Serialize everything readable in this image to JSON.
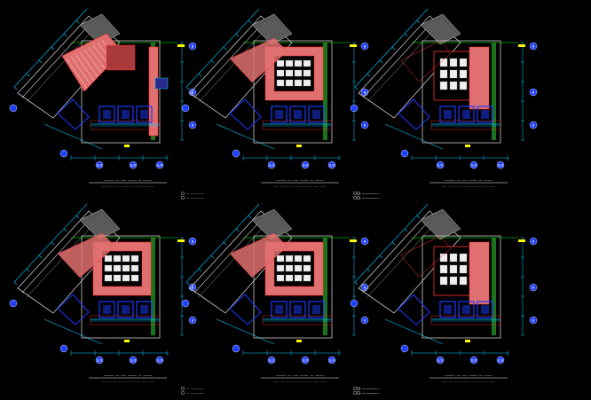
{
  "drawing": {
    "background": "#000000",
    "colors": {
      "wall": "#c8c8c8",
      "dim": "#00c8ff",
      "grid_axis": "#00ff00",
      "room_fill": "#e07070",
      "room_edge": "#ff3030",
      "fixture": "#1a3aff",
      "text": "#ffffff",
      "bubble": "#2040ff",
      "green_wall": "#30c030",
      "yellow": "#ffff00"
    },
    "plans": [
      {
        "id": "plan-1",
        "title": "—————— —— ——— ————— —— —————",
        "subtitle": "——— ——— —— —— ———— —— ———— ——— ————",
        "variant": "stair"
      },
      {
        "id": "plan-2",
        "title": "—————— —— ——— ————— —— —————",
        "subtitle": "——— ——— —— —— ———— —— ———— ——— ————",
        "variant": "rooms"
      },
      {
        "id": "plan-3",
        "title": "—————— —— ——— ————— —— —————",
        "subtitle": "——— ——— —— —— ———— —— ———— ——— ————",
        "variant": "open"
      },
      {
        "id": "plan-4",
        "title": "—————— —— ——— ————— —— —————",
        "subtitle": "——— ——— —— —— ———— —— ———— ——— ————",
        "variant": "rooms"
      },
      {
        "id": "plan-5",
        "title": "—————— —— ——— ————— —— —————",
        "subtitle": "——— ——— —— —— ———— —— ———— ——— ————",
        "variant": "rooms"
      },
      {
        "id": "plan-6",
        "title": "—————— —— ——— ————— —— —————",
        "subtitle": "——— ——— —— —— ———— —— ———— ——— ————",
        "variant": "open"
      }
    ],
    "legends": [
      {
        "id": "legend-1",
        "lines": [
          "—— ——————————",
          "—— ——————————"
        ]
      },
      {
        "id": "legend-2",
        "lines": [
          "—— ——————————",
          "—— ——————————"
        ]
      },
      {
        "id": "legend-3",
        "lines": [
          "—— ——————————",
          "—— ——————————"
        ]
      },
      {
        "id": "legend-4",
        "lines": [
          "—— ——————————",
          "—— ——————————"
        ]
      },
      {
        "id": "legend-5",
        "lines": [
          "—— ——————————",
          "—— ——————————"
        ]
      },
      {
        "id": "legend-6",
        "lines": [
          "—— ——————————",
          "—— ——————————"
        ]
      }
    ],
    "axis_bubbles": [
      "B",
      "B",
      "D"
    ],
    "bottom_bubbles": [
      "2/1",
      "2/2",
      "2/3"
    ]
  }
}
